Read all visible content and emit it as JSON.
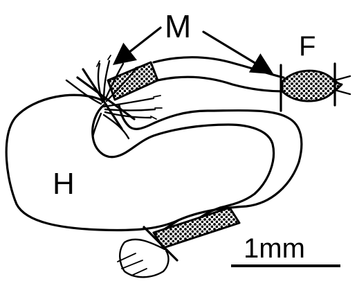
{
  "labels": {
    "muscle": "M",
    "fiber": "F",
    "heart": "H",
    "scale": "1mm"
  }
}
